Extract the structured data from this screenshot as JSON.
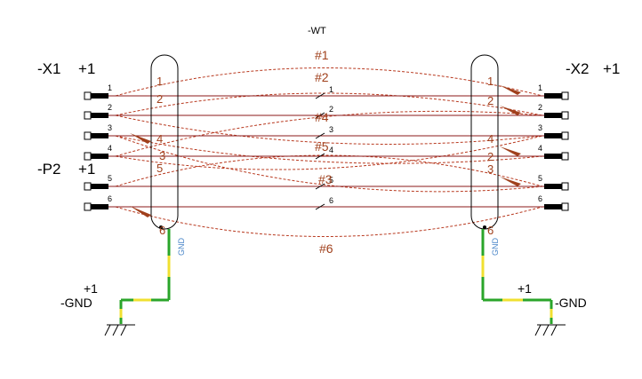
{
  "cable": {
    "tag": "-WT"
  },
  "connectors": {
    "left_top": {
      "name": "-X1",
      "plus": "+1"
    },
    "left_mid": {
      "name": "-P2",
      "plus": "+1"
    },
    "right_top": {
      "name": "-X2",
      "plus": "+1"
    }
  },
  "pins_left": [
    "1",
    "2",
    "3",
    "4",
    "5",
    "6"
  ],
  "pins_right": [
    "1",
    "2",
    "3",
    "4",
    "5",
    "6"
  ],
  "core_numbers": [
    "1",
    "2",
    "3",
    "4",
    "5",
    "6"
  ],
  "bundle_labels": [
    "#1",
    "#2",
    "#4",
    "#5",
    "#3",
    "#6"
  ],
  "shield_left": [
    "1",
    "2",
    "4",
    "3",
    "5",
    "6"
  ],
  "shield_right": [
    "1",
    "2",
    "4",
    "2",
    "3",
    "6"
  ],
  "gnd_vertical": "GND",
  "ground_left": {
    "plus": "+1",
    "name": "-GND"
  },
  "ground_right": {
    "plus": "+1",
    "name": "-GND"
  },
  "colors": {
    "wire": "#8b1a1a",
    "dashed": "#b8391f",
    "green": "#2aa52a",
    "yellow": "#f0e030"
  }
}
